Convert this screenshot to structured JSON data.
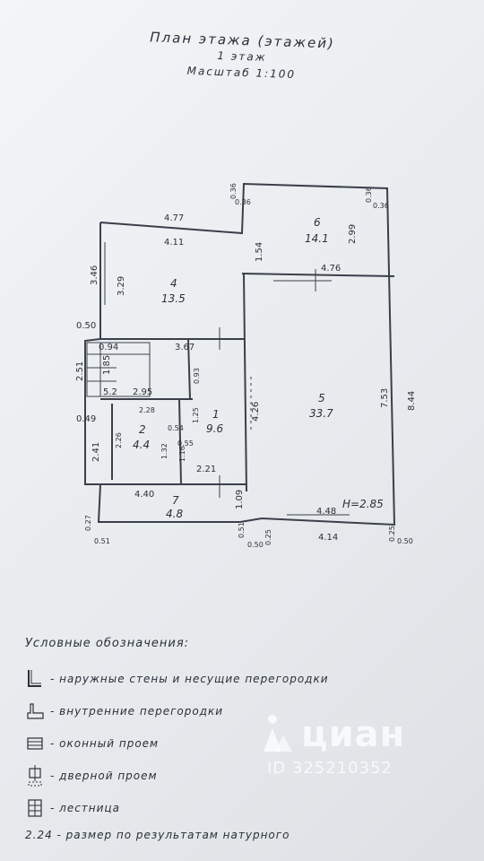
{
  "title": {
    "plan": "План этажа (этажей)",
    "floor": "1 этаж",
    "scale": "Масштаб 1:100"
  },
  "rooms": [
    {
      "number": "1",
      "area": "9.6"
    },
    {
      "number": "2",
      "area": "4.4"
    },
    {
      "number": "4",
      "area": "13.5"
    },
    {
      "number": "5",
      "area": "33.7"
    },
    {
      "number": "6",
      "area": "14.1"
    },
    {
      "number": "7",
      "area": "4.8"
    }
  ],
  "dimensions": {
    "d477": "4.77",
    "d411": "4.11",
    "d346": "3.46",
    "d329": "3.29",
    "d050a": "0.50",
    "d094": "0.94",
    "d367": "3.67",
    "d251": "2.51",
    "d185": "1.85",
    "d295": "2.95",
    "d093": "0.93",
    "d049": "0.49",
    "d228": "2.28",
    "d125": "1.25",
    "d226": "2.26",
    "d054": "0.54",
    "d055": "0.55",
    "d132": "1.32",
    "d116": "1.16",
    "d241": "2.41",
    "d221": "2.21",
    "d440": "4.40",
    "d109": "1.09",
    "d027": "0.27",
    "d051a": "0.51",
    "d051b": "0.51",
    "d050b": "0.50",
    "d025a": "0.25",
    "d414": "4.14",
    "d025b": "0.25",
    "d050c": "0.50",
    "d448": "4.48",
    "height": "H=2.85",
    "d426": "4.26",
    "d753": "7.53",
    "d844": "8.44",
    "d476": "4.76",
    "d154": "1.54",
    "d299": "2.99",
    "d036a": "0.36",
    "d036b": "0.36",
    "d036c": "0.36",
    "d036d": "0.36",
    "stair": "5.2"
  },
  "legend": {
    "title": "Условные обозначения:",
    "items": [
      {
        "icon": "outer-wall-icon",
        "label": "- наружные стены и несущие перегородки"
      },
      {
        "icon": "inner-wall-icon",
        "label": "- внутренние перегородки"
      },
      {
        "icon": "window-icon",
        "label": "- оконный проем"
      },
      {
        "icon": "door-icon",
        "label": "- дверной проем"
      },
      {
        "icon": "stairs-icon",
        "label": "- лестница"
      },
      {
        "icon": "dimension-icon",
        "label": "2.24 - размер по результатам натурного"
      }
    ]
  },
  "watermark": {
    "brand": "циан",
    "id": "ID 325210352"
  },
  "colors": {
    "ink": "#2b2f38",
    "paper": "#eef0f2"
  }
}
